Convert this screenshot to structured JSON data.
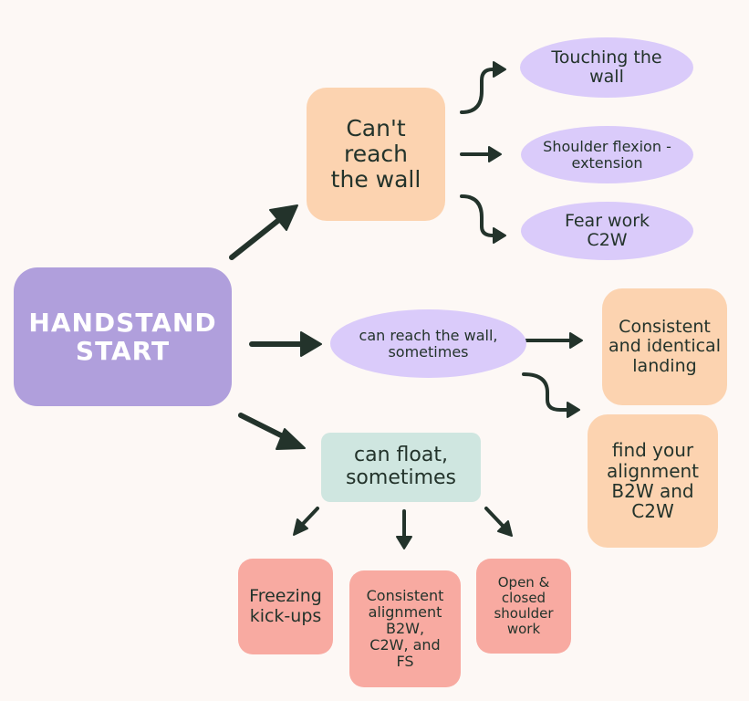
{
  "colors": {
    "start": "#b09fdc",
    "lavender": "#dacbfa",
    "peach": "#fcd3b0",
    "mint": "#cfe6e0",
    "pink": "#f8aaa1",
    "arrow": "#23332b",
    "background": "#fdf8f5",
    "start_text": "#ffffff",
    "text": "#23332b"
  },
  "nodes": {
    "start": "HANDSTAND\nSTART",
    "cant_reach": "Can't reach\nthe wall",
    "touching_wall": "Touching the\nwall",
    "shoulder_flexion": "Shoulder flexion -\nextension",
    "fear_work": "Fear work\nC2W",
    "can_reach_sometimes": "can reach the wall,\nsometimes",
    "consistent_landing": "Consistent\nand identical\nlanding",
    "find_alignment": "find your\nalignment\nB2W and\nC2W",
    "can_float": "can float,\nsometimes",
    "freezing": "Freezing\nkick-ups",
    "consistent_alignment": "Consistent\nalignment\nB2W,\nC2W, and\nFS",
    "open_closed": "Open &\nclosed\nshoulder\nwork"
  }
}
